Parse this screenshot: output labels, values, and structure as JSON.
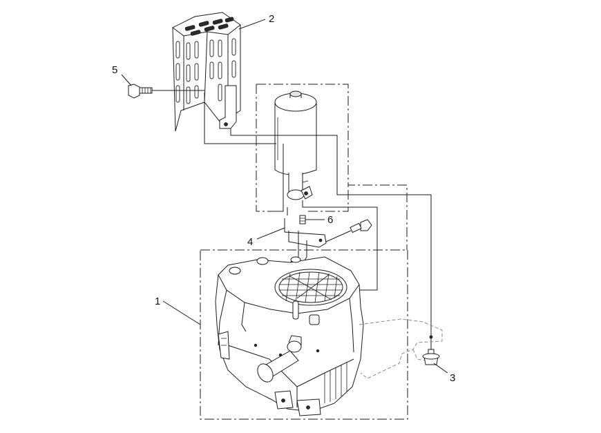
{
  "callouts": [
    {
      "id": "1",
      "label": "1"
    },
    {
      "id": "2",
      "label": "2"
    },
    {
      "id": "3",
      "label": "3"
    },
    {
      "id": "4",
      "label": "4"
    },
    {
      "id": "5",
      "label": "5"
    },
    {
      "id": "6",
      "label": "6"
    }
  ],
  "colors": {
    "line": "#1a1a1a",
    "background": "#ffffff",
    "ghost": "#8a8a8a"
  }
}
